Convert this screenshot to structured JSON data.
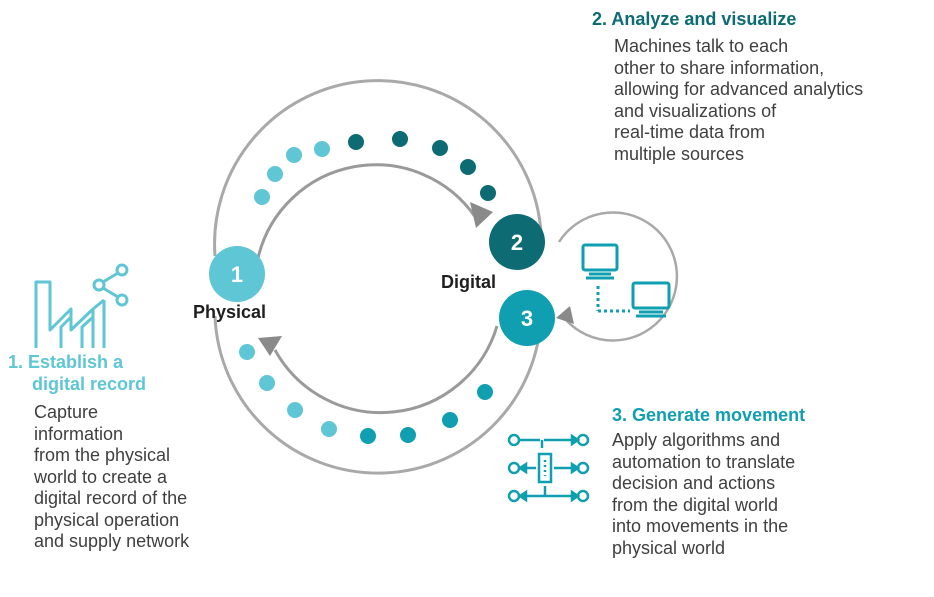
{
  "colors": {
    "light_teal": "#5ec6d4",
    "dark_teal": "#0d6b73",
    "mid_teal": "#0f9fb0",
    "ring_gray": "#a9a9a9",
    "text_gray": "#3f3f3f"
  },
  "nodes": {
    "physical": {
      "number": "1",
      "label": "Physical"
    },
    "digital": {
      "number": "2",
      "label": "Digital"
    },
    "movement": {
      "number": "3"
    }
  },
  "steps": {
    "establish": {
      "heading_line1": "1. Establish a",
      "heading_line2": "digital record",
      "body": [
        "Capture",
        "information",
        "from the physical",
        "world to create a",
        "digital record of the",
        "physical operation",
        "and supply network"
      ]
    },
    "analyze": {
      "heading": "2. Analyze and visualize",
      "body": [
        "Machines talk to each",
        "other to share information,",
        "allowing for advanced analytics",
        "and visualizations of",
        "real-time data from",
        "multiple sources"
      ]
    },
    "generate": {
      "heading": "3. Generate movement",
      "body": [
        "Apply algorithms and",
        "automation to translate",
        "decision and actions",
        "from the digital world",
        "into movements in the",
        "physical world"
      ]
    }
  },
  "icons": {
    "factory": "factory-share-icon",
    "computers": "connected-computers-icon",
    "movement": "movement-flow-icon"
  }
}
